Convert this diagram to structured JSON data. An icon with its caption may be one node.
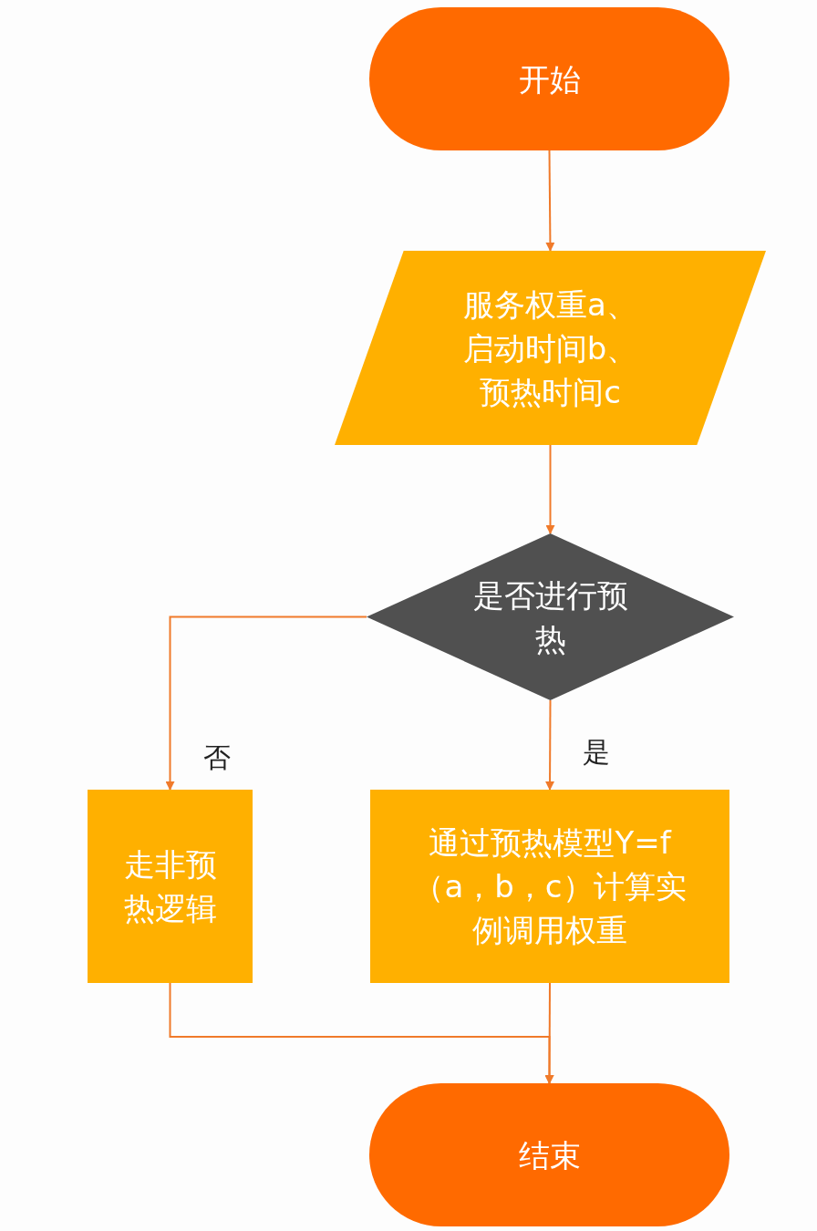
{
  "diagram": {
    "nodes": [
      {
        "text": [
          "开始"
        ]
      },
      {
        "text": [
          "服务权重a、启动时间b、预热时间c"
        ]
      },
      {
        "text": [
          "是否进行预热"
        ]
      },
      {
        "text": [
          "走非预热逻辑"
        ]
      },
      {
        "text": [
          "通过预热模型Y=f（a，b，c）计算实例调用权重"
        ]
      },
      {
        "text": [
          "结束"
        ]
      }
    ],
    "edges": [
      {
        "from": 0,
        "to": 1,
        "arrow": "to"
      },
      {
        "from": 1,
        "to": 2,
        "arrow": "to"
      },
      {
        "from": 2,
        "to": 3,
        "arrow": "to",
        "label": "否"
      },
      {
        "from": 2,
        "to": 4,
        "arrow": "to",
        "label": "是"
      },
      {
        "from": 3,
        "to": 5,
        "arrow": "to"
      },
      {
        "from": 4,
        "to": 5,
        "arrow": "to"
      }
    ]
  }
}
